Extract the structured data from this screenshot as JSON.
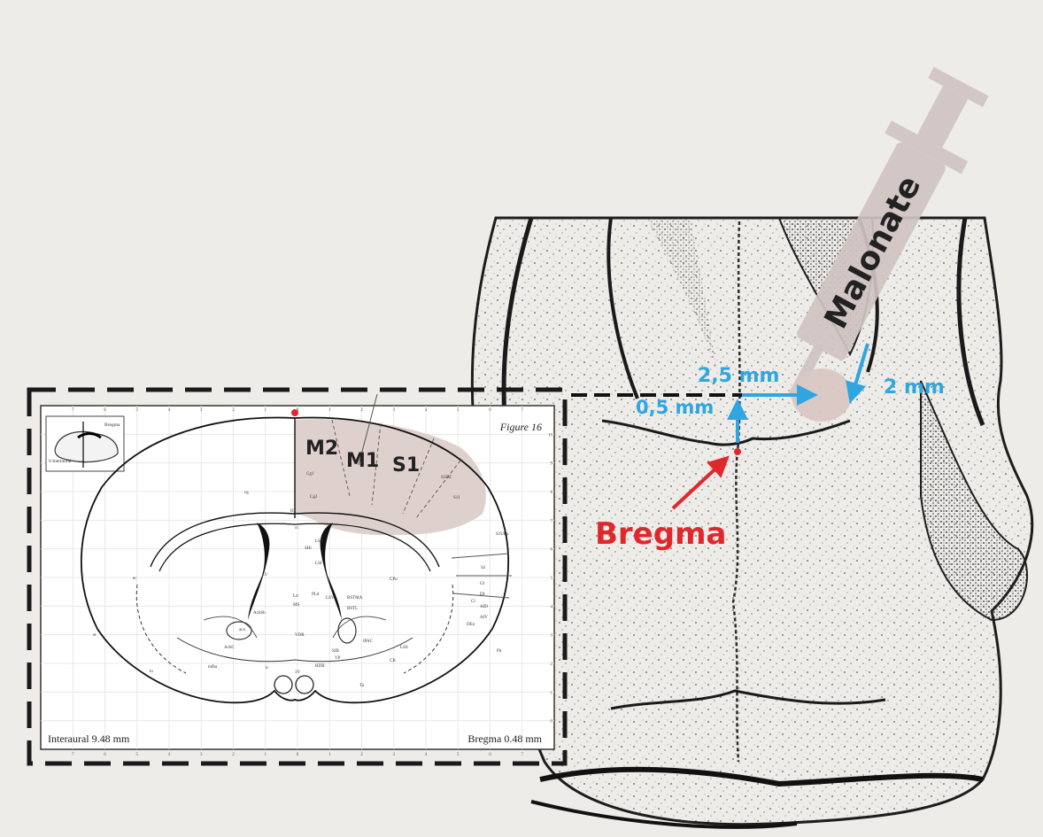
{
  "colors": {
    "background": "#eeece9",
    "measurement_blue": "#2fa6e0",
    "bregma_red": "#e0282c",
    "injection_site": "#d9c7c4",
    "cortex_highlight": "#dccdca",
    "syringe": "#cfc3c1"
  },
  "syringe": {
    "label": "Malonate"
  },
  "measurements": {
    "mediolateral": "2,5 mm",
    "anteroposterior": "0,5 mm",
    "depth": "2 mm"
  },
  "bregma_label": "Bregma",
  "coronal_section": {
    "figure_label": "Figure 16",
    "regions": {
      "m2": "M2",
      "m1": "M1",
      "s1": "S1"
    },
    "interaural": "Interaural 9.48 mm",
    "bregma_level": "Bregma 0.48 mm",
    "inset_labels": {
      "interaural": "0 Interaural",
      "bregma": "Bregma"
    },
    "structure_labels": [
      "Cg1",
      "Cg2",
      "IG",
      "cg",
      "cc",
      "LSD",
      "SHi",
      "LSI",
      "CPu",
      "S1DZ",
      "S2",
      "S1ULp",
      "S1J",
      "GI",
      "DI",
      "AID",
      "AIV",
      "Cl",
      "DEn",
      "LSS",
      "Pir",
      "LV",
      "ec",
      "Ld",
      "PLd",
      "LSV",
      "BSTMA",
      "BSTL",
      "MS",
      "AcbSh",
      "aca",
      "AcbC",
      "VDB",
      "HDB",
      "IPAC",
      "SIB",
      "VP",
      "CB",
      "lo",
      "mfba",
      "ic",
      "3V",
      "Tu",
      "st"
    ],
    "top_ticks": [
      "7",
      "6",
      "5",
      "4",
      "3",
      "2",
      "1",
      "0",
      "1",
      "2",
      "3",
      "4",
      "5",
      "6",
      "7"
    ],
    "bottom_ticks": [
      "7",
      "6",
      "5",
      "4",
      "3",
      "2",
      "1",
      "0",
      "1",
      "2",
      "3",
      "4",
      "5",
      "6",
      "7"
    ],
    "side_ticks": [
      "0",
      "1",
      "2",
      "3",
      "4",
      "5",
      "6",
      "7",
      "8",
      "9",
      "10"
    ]
  }
}
